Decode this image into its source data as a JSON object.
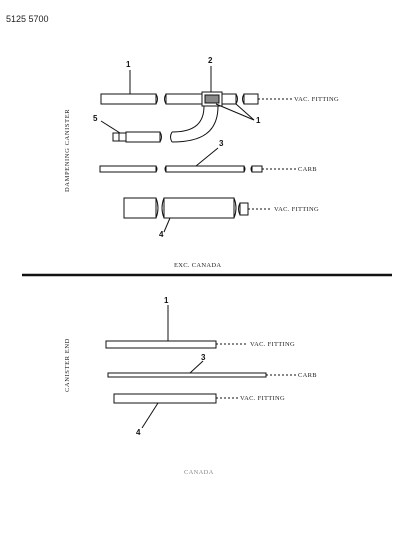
{
  "doc_number": "5125 5700",
  "top": {
    "side_label": "DAMPENING CANISTER",
    "caption": "EXC. CANADA",
    "callouts": [
      "1",
      "2",
      "5",
      "1",
      "3",
      "4"
    ],
    "labels": {
      "vac_fitting_1": "VAC. FITTING",
      "carb": "CARB",
      "vac_fitting_2": "VAC. FITTING"
    }
  },
  "bottom": {
    "side_label": "CANISTER END",
    "caption": "CANADA",
    "callouts": [
      "1",
      "3",
      "4"
    ],
    "labels": {
      "vac_fitting_1": "VAC. FITTING",
      "carb": "CARB",
      "vac_fitting_2": "VAC. FITTING"
    }
  }
}
